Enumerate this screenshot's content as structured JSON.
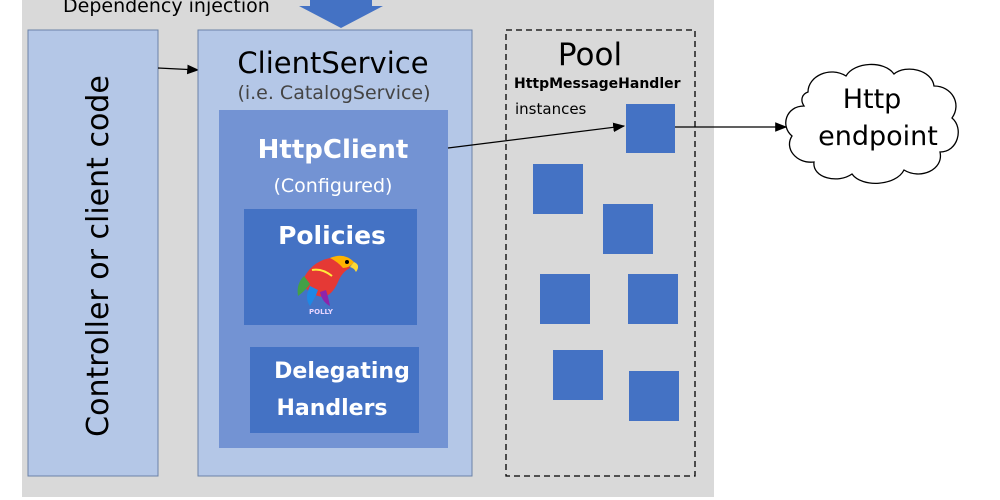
{
  "title": "Dependency injection",
  "controller_label": "Controller or client code",
  "client_service": {
    "title": "ClientService",
    "subtitle": "(i.e. CatalogService)"
  },
  "http_client": {
    "title": "HttpClient",
    "subtitle": "(Configured)"
  },
  "policies": {
    "title": "Policies",
    "logo_text": "POLLY"
  },
  "delegating": {
    "line1": "Delegating",
    "line2": "Handlers"
  },
  "pool": {
    "title": "Pool",
    "label": "HttpMessageHandler",
    "sublabel": "instances"
  },
  "endpoint": {
    "line1": "Http",
    "line2": "endpoint"
  },
  "colors": {
    "outer": "#d9d9d9",
    "controller": "#b4c7e7",
    "client_service": "#b4c7e7",
    "http_client": "#7393d3",
    "inner_box": "#4472c4",
    "handler": "#4472c4"
  }
}
